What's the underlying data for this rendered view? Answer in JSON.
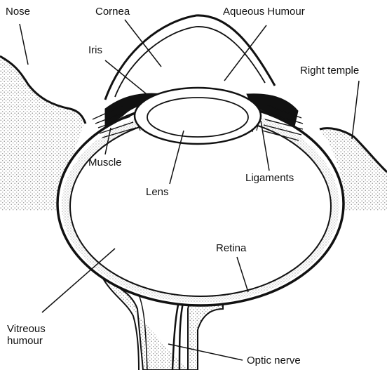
{
  "labels": {
    "nose": "Nose",
    "cornea": "Cornea",
    "aqueous_humour": "Aqueous Humour",
    "iris": "Iris",
    "right_temple": "Right temple",
    "muscle": "Muscle",
    "ligaments": "Ligaments",
    "lens": "Lens",
    "retina": "Retina",
    "vitreous_humour": "Vitreous\nhumour",
    "optic_nerve": "Optic nerve"
  },
  "colors": {
    "ink": "#111111",
    "stipple": "#bcbcbc",
    "paper": "#ffffff"
  }
}
